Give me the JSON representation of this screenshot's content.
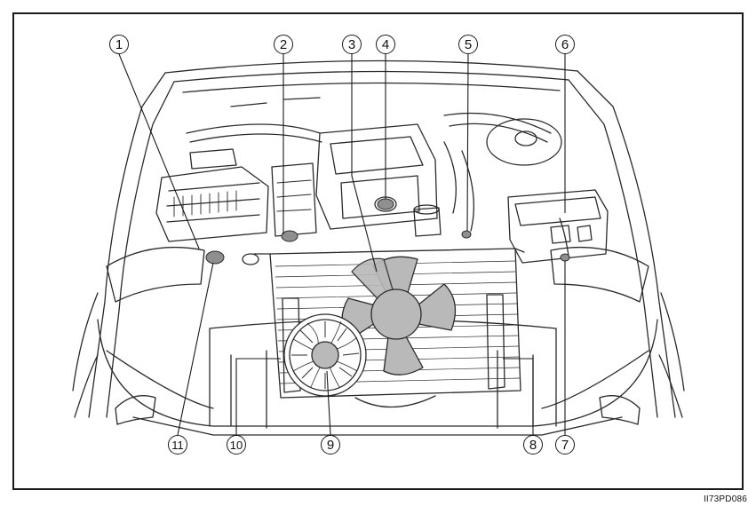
{
  "figure_code": "II73PD086",
  "callouts": [
    {
      "id": "1",
      "label": "1"
    },
    {
      "id": "2",
      "label": "2"
    },
    {
      "id": "3",
      "label": "3"
    },
    {
      "id": "4",
      "label": "4"
    },
    {
      "id": "5",
      "label": "5"
    },
    {
      "id": "6",
      "label": "6"
    },
    {
      "id": "7",
      "label": "7"
    },
    {
      "id": "8",
      "label": "8"
    },
    {
      "id": "9",
      "label": "9"
    },
    {
      "id": "10",
      "label": "10"
    },
    {
      "id": "11",
      "label": "11"
    }
  ],
  "colors": {
    "line": "#2a2a2a",
    "shade": "#b9b9b9",
    "shade_dark": "#8f8f8f",
    "background": "#ffffff"
  }
}
